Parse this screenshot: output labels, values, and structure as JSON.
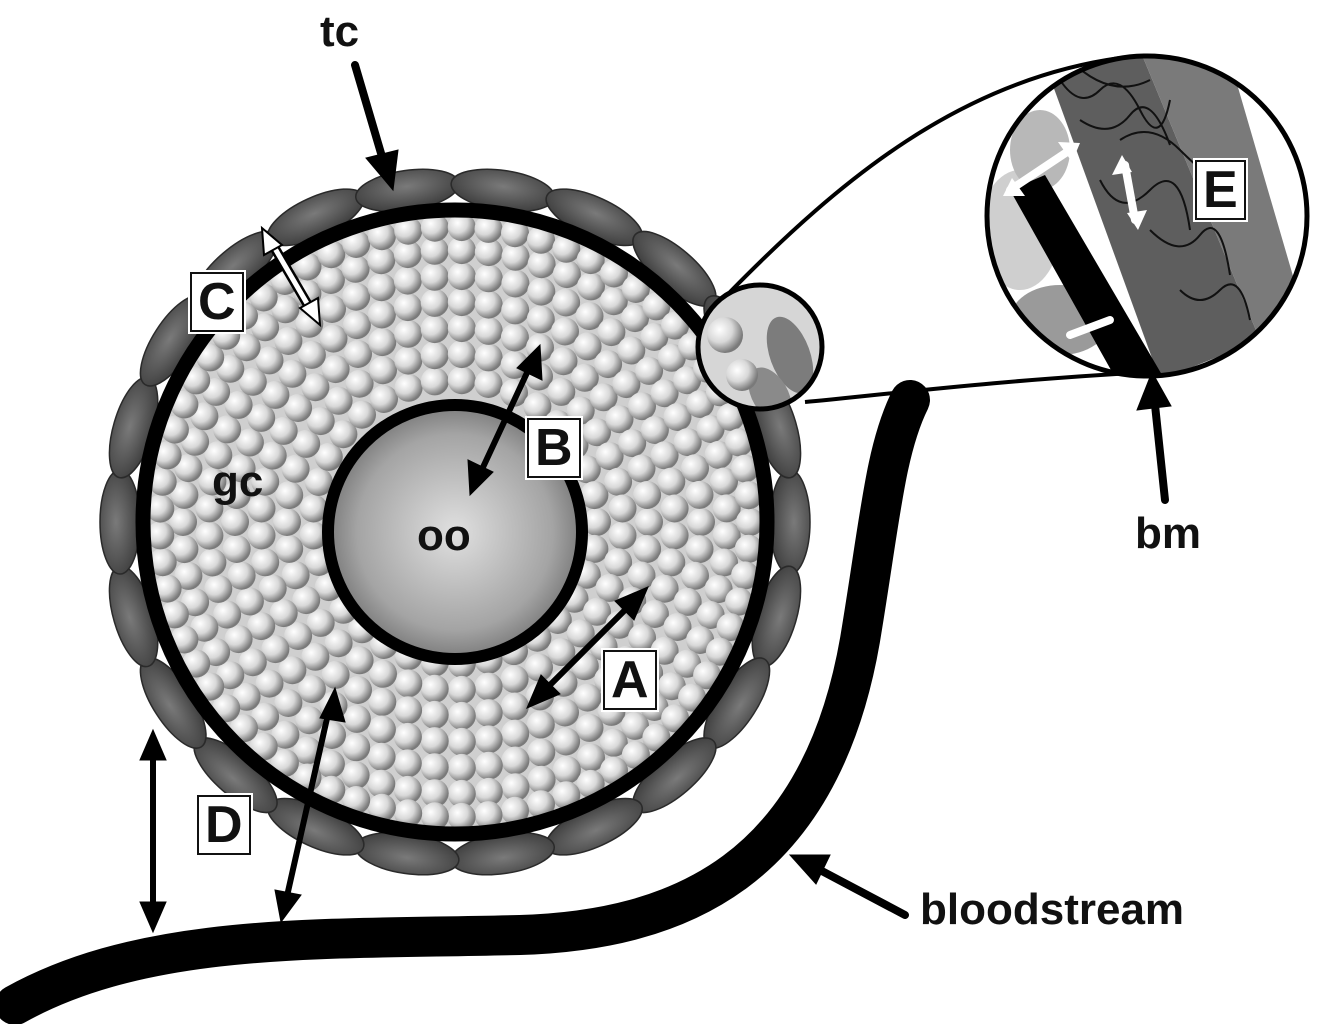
{
  "labels": {
    "tc": "tc",
    "gc": "gc",
    "oo": "oo",
    "bm": "bm",
    "bloodstream": "bloodstream",
    "A": "A",
    "B": "B",
    "C": "C",
    "D": "D",
    "E": "E"
  },
  "colors": {
    "background": "#ffffff",
    "outline": "#000000",
    "theca_cells": "#5a5a5a",
    "granulosa_cells": "#e6e6e6",
    "oocyte": "#a0a0a0"
  }
}
